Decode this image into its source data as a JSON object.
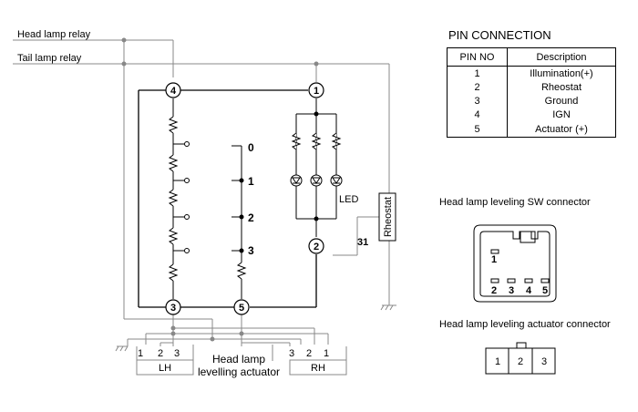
{
  "inputs": {
    "head_lamp_relay": "Head lamp relay",
    "tail_lamp_relay": "Tail lamp relay"
  },
  "switch": {
    "positions": [
      "0",
      "1",
      "2",
      "3"
    ],
    "terminals": [
      "4",
      "1",
      "3",
      "5",
      "2"
    ],
    "led_label": "LED",
    "rheostat_label": "Rheostat",
    "wire_label": "31"
  },
  "actuators": {
    "left_pins": [
      "1",
      "2",
      "3"
    ],
    "left_label": "LH",
    "right_pins": [
      "3",
      "2",
      "1"
    ],
    "right_label": "RH",
    "center_label_line1": "Head lamp",
    "center_label_line2": "levelling actuator"
  },
  "pin_table": {
    "title": "PIN CONNECTION",
    "headers": [
      "PIN NO",
      "Description"
    ],
    "rows": [
      [
        "1",
        "Illumination(+)"
      ],
      [
        "2",
        "Rheostat"
      ],
      [
        "3",
        "Ground"
      ],
      [
        "4",
        "IGN"
      ],
      [
        "5",
        "Actuator (+)"
      ]
    ]
  },
  "sw_connector": {
    "title": "Head lamp leveling SW  connector",
    "pins": [
      "1",
      "2",
      "3",
      "4",
      "5"
    ]
  },
  "actuator_connector": {
    "title": "Head lamp leveling actuator connector",
    "pins": [
      "1",
      "2",
      "3"
    ]
  }
}
